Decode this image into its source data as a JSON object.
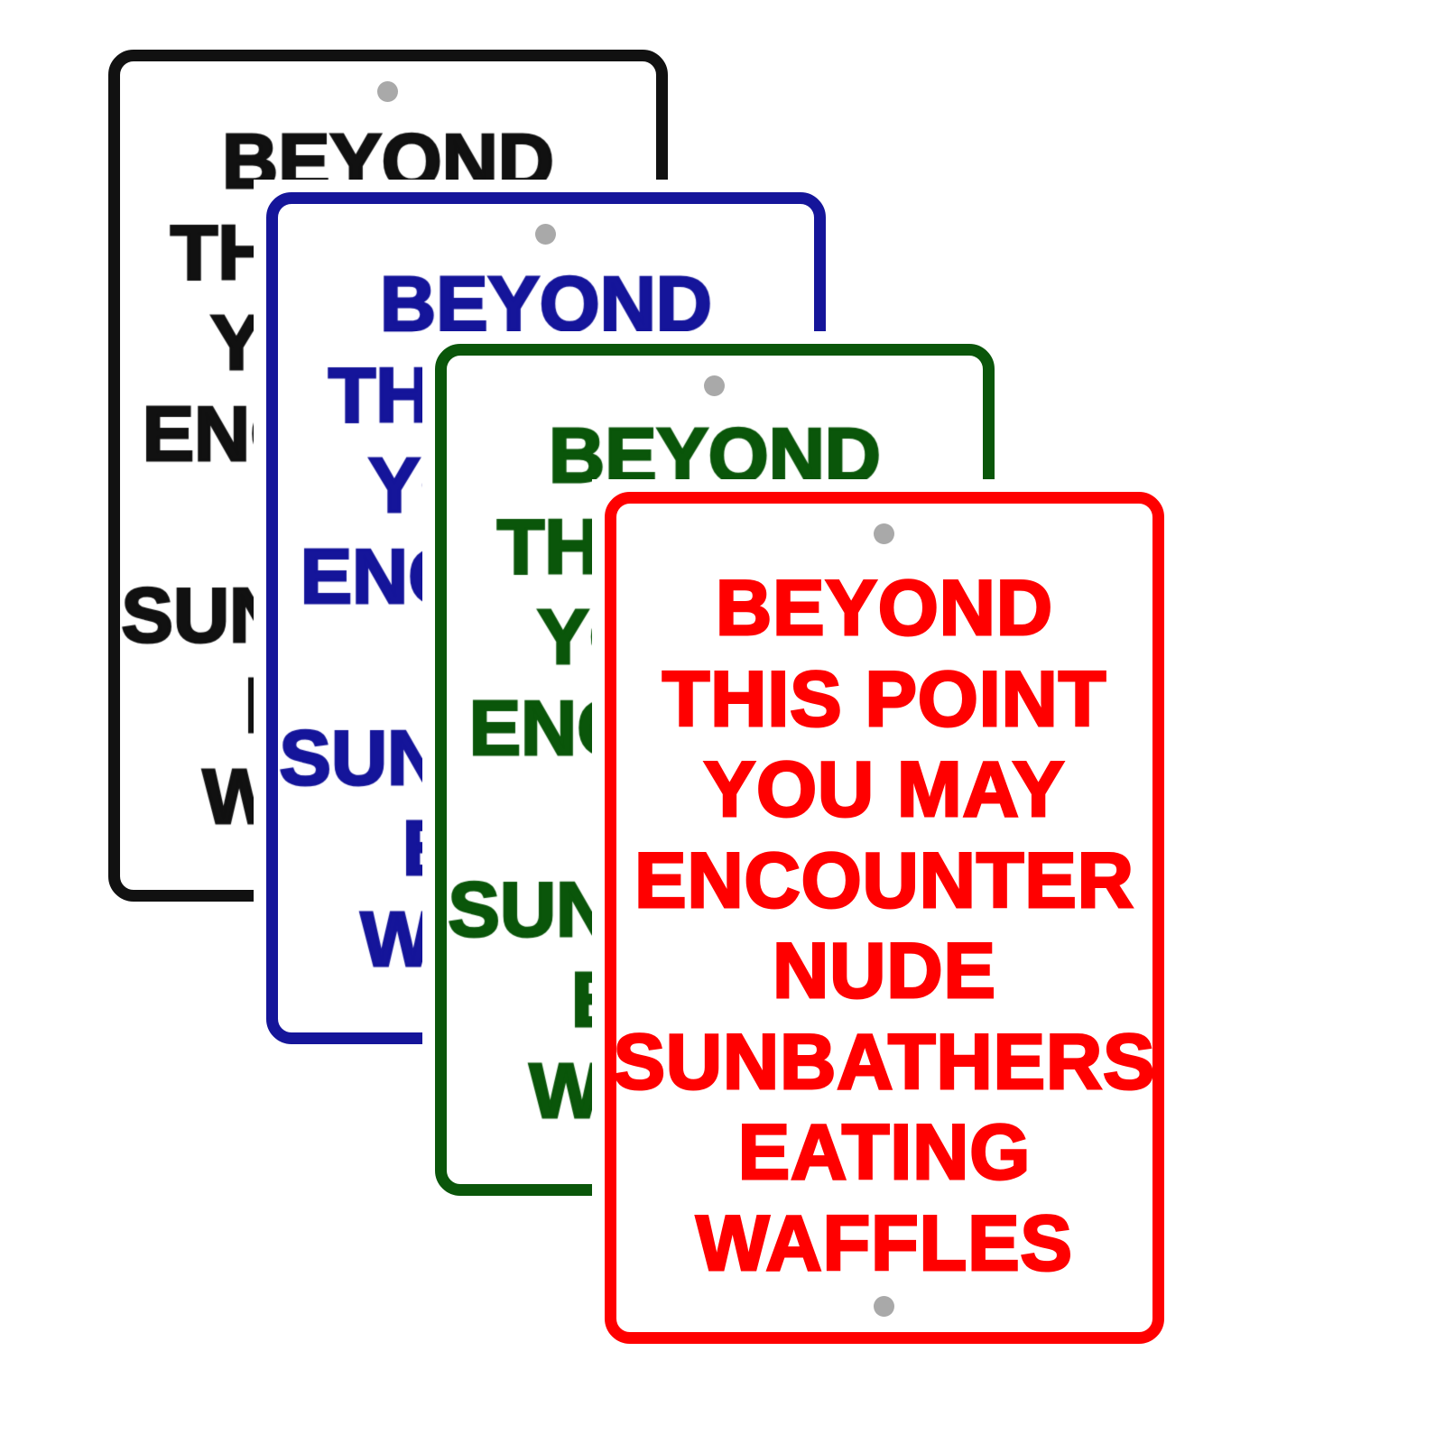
{
  "sign": {
    "lines": [
      "BEYOND",
      "THIS POINT",
      "YOU MAY",
      "ENCOUNTER",
      "NUDE",
      "SUNBATHERS",
      "EATING",
      "WAFFLES"
    ]
  },
  "variants": [
    {
      "color_name": "black",
      "color": "#111111"
    },
    {
      "color_name": "blue",
      "color": "#15159a"
    },
    {
      "color_name": "green",
      "color": "#0a560a"
    },
    {
      "color_name": "red",
      "color": "#ff0000"
    }
  ],
  "hole_color": "#a9a9a9"
}
